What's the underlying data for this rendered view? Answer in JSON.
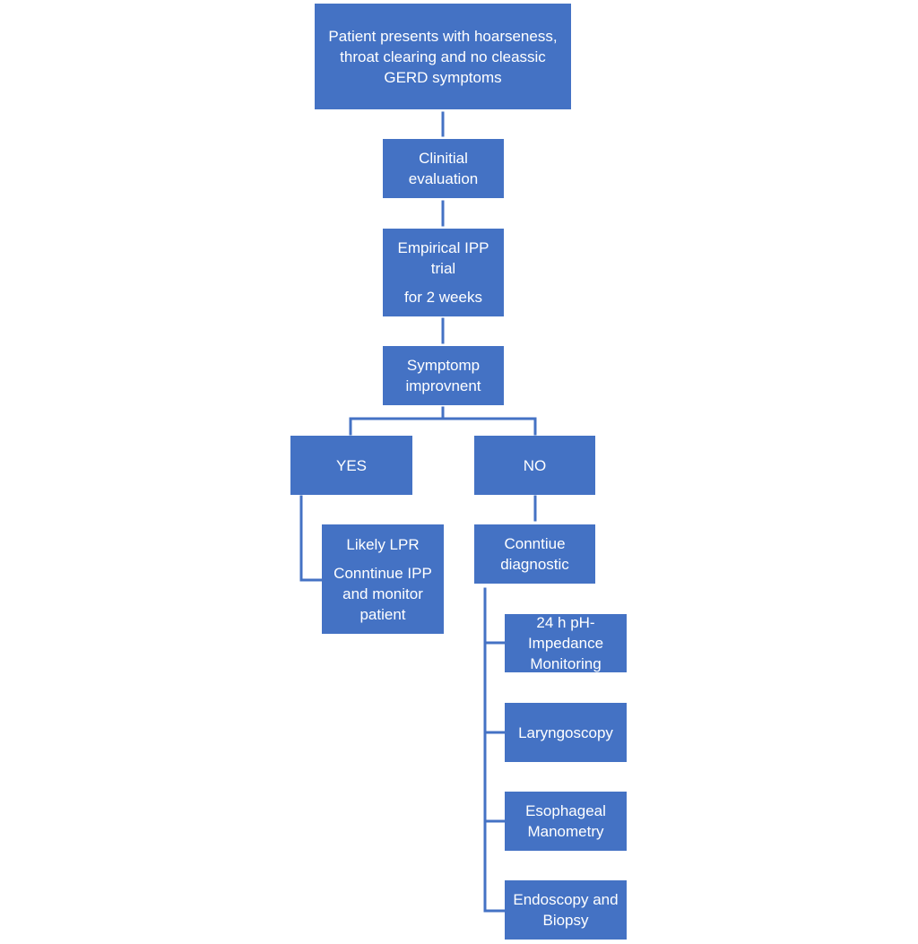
{
  "nodes": {
    "start": [
      "Patient presents with hoarseness,",
      "throat clearing and no cleassic",
      "GERD symptoms"
    ],
    "clinical": [
      "Clinitial",
      "evaluation"
    ],
    "empirical": [
      "Empirical IPP",
      "trial",
      "for 2 weeks"
    ],
    "improvement": [
      "Symptomp",
      "improvnent"
    ],
    "yes": [
      "YES"
    ],
    "no": [
      "NO"
    ],
    "likely": [
      "Likely LPR",
      "Conntinue IPP",
      "and monitor",
      "patient"
    ],
    "continue": [
      "Conntiue",
      "diagnostic"
    ],
    "ph": [
      "24 h pH-",
      "Impedance",
      "Monitoring"
    ],
    "laryngoscopy": [
      "Laryngoscopy"
    ],
    "manometry": [
      "Esophageal",
      "Manometry"
    ],
    "endoscopy": [
      "Endoscopy and",
      "Biopsy"
    ]
  }
}
